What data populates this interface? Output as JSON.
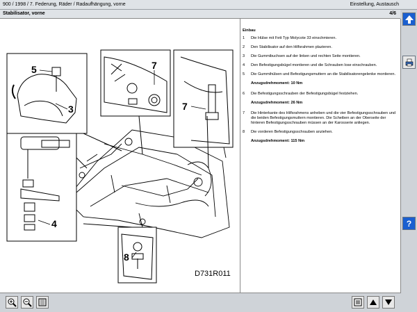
{
  "window": {
    "breadcrumb": "900 / 1998 / 7. Federung, Räder / Radaufhängung, vorne",
    "mode": "Einstellung, Austausch"
  },
  "document": {
    "title": "Stabilisator, vorne",
    "page": "4/6"
  },
  "figure": {
    "code": "D731R011",
    "callouts": [
      "3",
      "4",
      "5",
      "7",
      "7",
      "8"
    ]
  },
  "instructions": {
    "heading": "Einbau",
    "steps": [
      {
        "num": "1",
        "text": "Die Hülse mit Fett Typ Molycote 33 einschmieren."
      },
      {
        "num": "2",
        "text": "Den Stabilisator auf den Hilfsrahmen plazieren."
      },
      {
        "num": "3",
        "text": "Die Gummibuchsen auf der linken und rechten Seite montieren."
      },
      {
        "num": "4",
        "text": "Den Befestigungsbügel montieren und die Schrauben lose einschrauben."
      },
      {
        "num": "5",
        "text": "Die Gummihülsen und Befestigungsmuttern an die Stabilisatorengelenke montieren."
      },
      {
        "num": "",
        "text": "Anzugsdrehmoment: 10 Nm"
      },
      {
        "num": "6",
        "text": "Die Befestigungsschrauben der Befestigungsbügel festziehen."
      },
      {
        "num": "",
        "text": "Anzugsdrehmoment: 26 Nm"
      },
      {
        "num": "7",
        "text": "Die Hinterkante des Hilfsrahmens anheben und die vier Befestigungsschrauben und die beiden Befestigungsmuttern montieren. Die Scheiben an der Oberseite der hinteren Befestigungsschrauben müssen an der Karosserie anliegen."
      },
      {
        "num": "8",
        "text": "Die vorderen Befestigungsschrauben anziehen."
      },
      {
        "num": "",
        "text": "Anzugsdrehmoment: 115 Nm"
      }
    ]
  },
  "colors": {
    "side_button_blue": "#1a5fd0",
    "frame_bg": "#cfd3d8",
    "up_arrow": "#1a5fd0"
  },
  "icons": {
    "zoom_in": "zoom-in-icon",
    "zoom_out": "zoom-out-icon",
    "fit": "fit-page-icon",
    "print": "print-icon",
    "help": "help-icon"
  }
}
